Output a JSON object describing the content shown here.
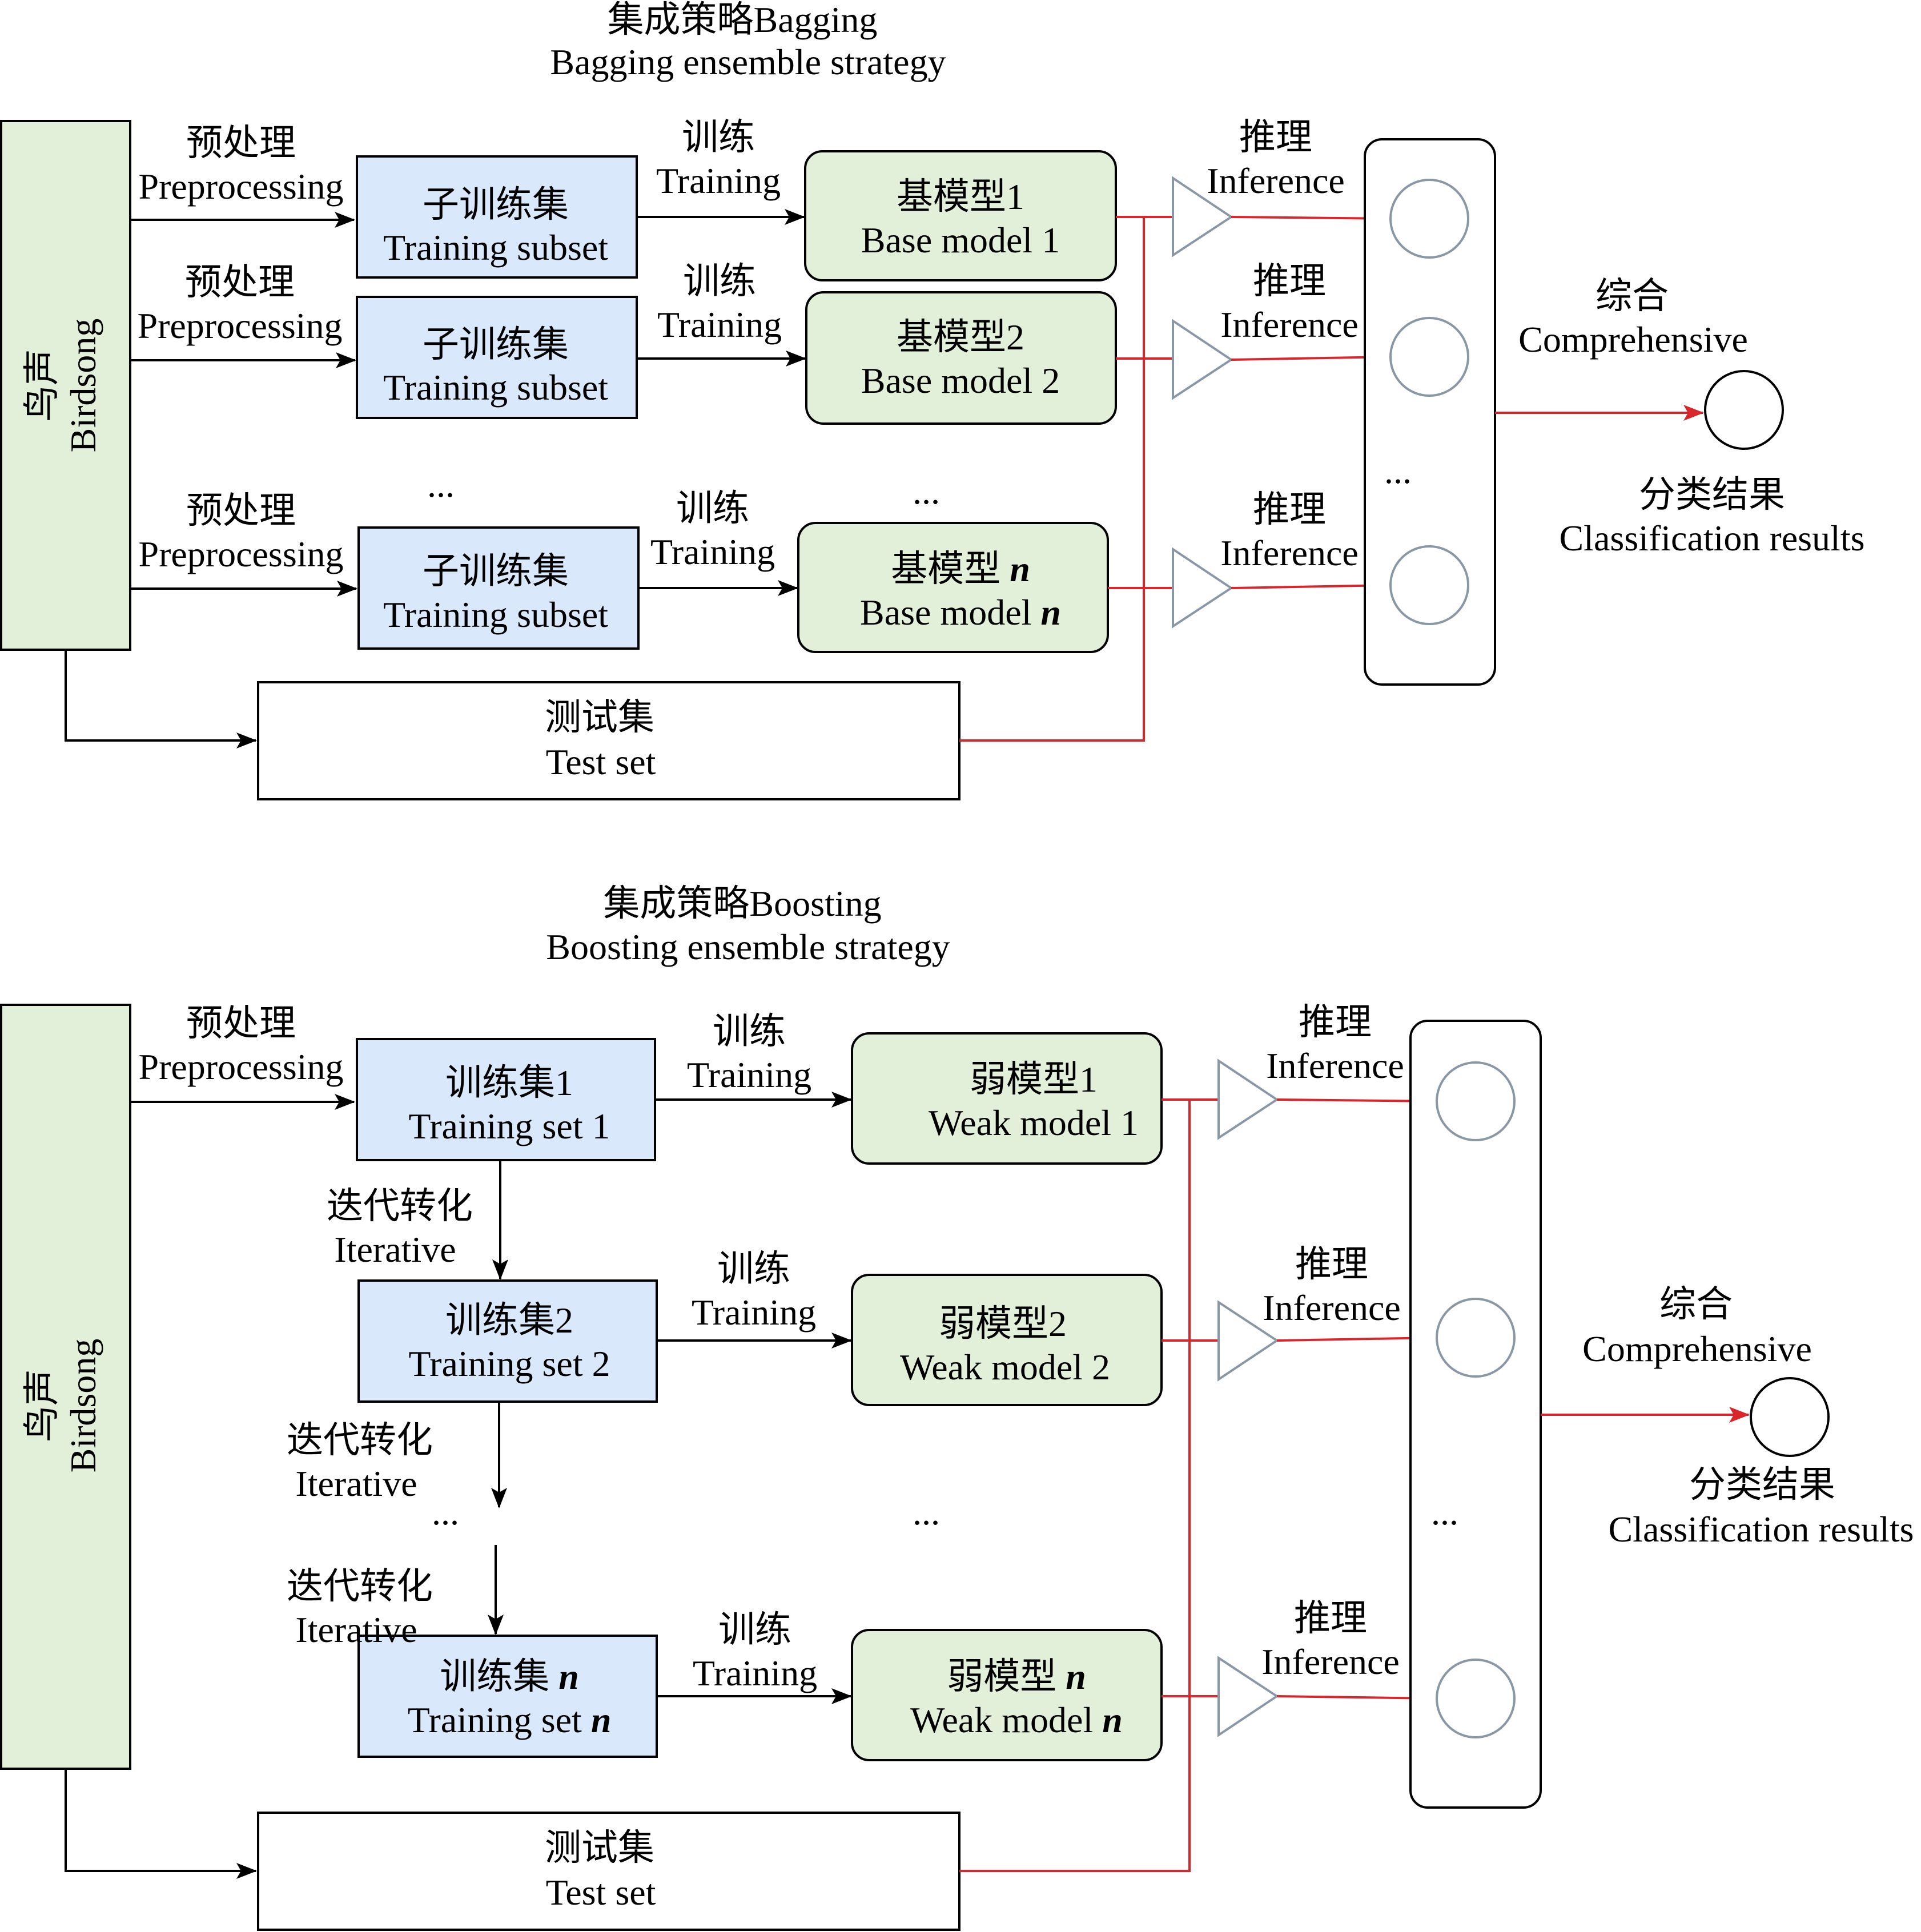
{
  "colors": {
    "blue_fill": "#dae8fc",
    "green_fill": "#e2f0d9",
    "red_line": "#d9262b",
    "gray_stroke": "#8a97a5"
  },
  "bagging": {
    "title_cn": "集成策略Bagging",
    "title_en": "Bagging ensemble strategy",
    "source_cn": "鸟声",
    "source_en": "Birdsong",
    "pre_cn": "预处理",
    "pre_en": "Preprocessing",
    "train_cn": "训练",
    "train_en": "Training",
    "infer_cn": "推理",
    "infer_en": "Inference",
    "subsets": [
      {
        "cn": "子训练集",
        "en": "Training subset"
      },
      {
        "cn": "子训练集",
        "en": "Training subset"
      },
      {
        "cn": "子训练集",
        "en": "Training subset"
      }
    ],
    "models": [
      {
        "cn": "基模型1",
        "en": "Base model 1"
      },
      {
        "cn": "基模型2",
        "en": "Base model 2"
      },
      {
        "cn": "基模型",
        "cn_n": "n",
        "en": "Base model",
        "en_n": "n"
      }
    ],
    "ellipsis": "...",
    "test_cn": "测试集",
    "test_en": "Test set",
    "comp_cn": "综合",
    "comp_en": "Comprehensive",
    "result_cn": "分类结果",
    "result_en": "Classification results"
  },
  "boosting": {
    "title_cn": "集成策略Boosting",
    "title_en": "Boosting ensemble strategy",
    "source_cn": "鸟声",
    "source_en": "Birdsong",
    "pre_cn": "预处理",
    "pre_en": "Preprocessing",
    "train_cn": "训练",
    "train_en": "Training",
    "infer_cn": "推理",
    "infer_en": "Inference",
    "iter_cn": "迭代转化",
    "iter_en": "Iterative",
    "sets": [
      {
        "cn": "训练集1",
        "en": "Training set 1"
      },
      {
        "cn": "训练集2",
        "en": "Training set 2"
      },
      {
        "cn": "训练集",
        "cn_n": "n",
        "en": "Training set",
        "en_n": "n"
      }
    ],
    "models": [
      {
        "cn": "弱模型1",
        "en": "Weak model 1"
      },
      {
        "cn": "弱模型2",
        "en": "Weak model 2"
      },
      {
        "cn": "弱模型",
        "cn_n": "n",
        "en": "Weak model",
        "en_n": "n"
      }
    ],
    "ellipsis": "...",
    "test_cn": "测试集",
    "test_en": "Test set",
    "comp_cn": "综合",
    "comp_en": "Comprehensive",
    "result_cn": "分类结果",
    "result_en": "Classification results"
  }
}
